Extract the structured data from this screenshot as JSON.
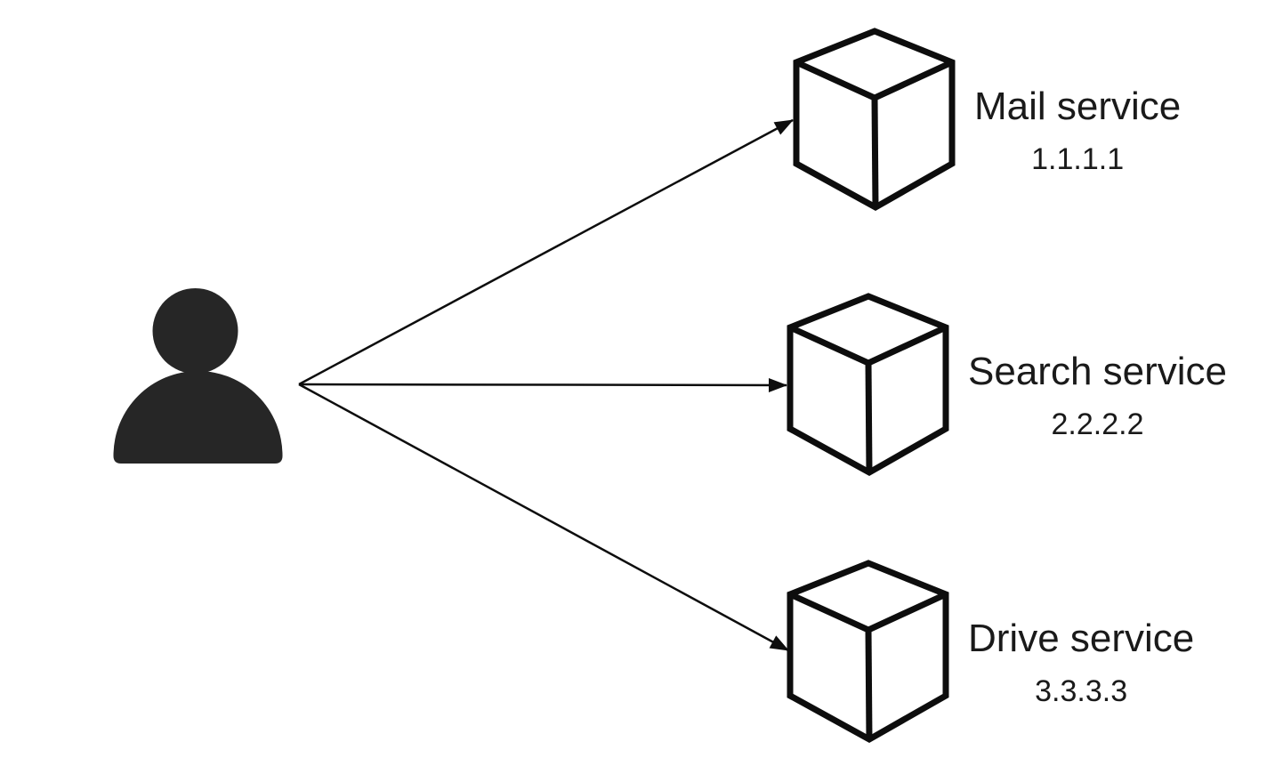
{
  "services": [
    {
      "name": "Mail service",
      "ip": "1.1.1.1"
    },
    {
      "name": "Search service",
      "ip": "2.2.2.2"
    },
    {
      "name": "Drive service",
      "ip": "3.3.3.3"
    }
  ],
  "icons": {
    "user": "user-silhouette-icon",
    "service": "cube-icon",
    "connection": "arrow-icon"
  },
  "colors": {
    "background": "#ffffff",
    "icon": "#262626",
    "line": "#0d0d0d",
    "text": "#1a1a1a"
  }
}
